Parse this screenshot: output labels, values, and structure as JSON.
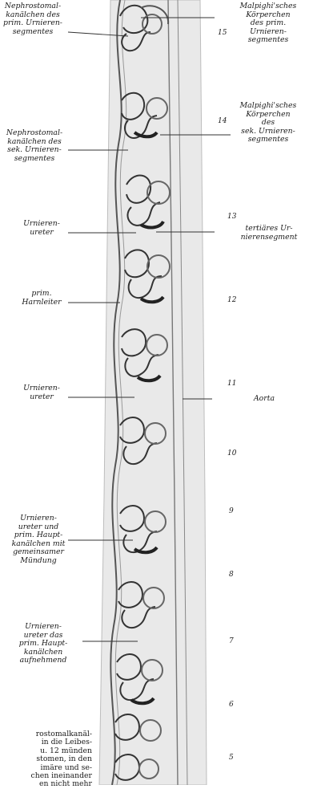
{
  "labels_left": [
    "Nephrostomal-\nkanälchen des\nprim. Urnieren-\nsegmentes",
    "Nephrostomal-\nkanälchen des\nsek. Urnieren-\nsegmentes",
    "Urnieren-\nureter",
    "prim.\nHarnleiter",
    "Urnieren-\nureter",
    "Urnieren-\nureter und\nprim. Haupt-\nkanälchen mit\ngemeinsamer\nMündung",
    "Urnieren-\nureter das\nprim. Haupt-\nkanälchen\naufnehmend"
  ],
  "labels_right": [
    "Malpighi'sches\nKörperchen\ndes prim.\nUrnieren-\nsegmentes",
    "Malpighi'sches\nKörperchen\ndes\nsek. Urnieren-\nsegmentes",
    "tertiäres Ur-\nnierensegment",
    "Aorta"
  ],
  "segment_numbers": [
    "15",
    "14",
    "13",
    "12",
    "11",
    "10",
    "9",
    "8",
    "7",
    "6",
    "5"
  ],
  "body_text": "rostomalkanäl-\nin die Leibes-\nu. 12 münden\nstomen, in den\nimäre und se-\nchen ineinander\nen nicht mehr"
}
